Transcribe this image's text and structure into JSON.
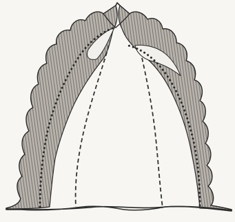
{
  "figure": {
    "colors": {
      "background": "#f2f0ec",
      "paper": "#f7f6f2",
      "outline": "#2a2a2a",
      "shading": "#b8b4ad",
      "hatch": "#6e6a64",
      "dots": "#2b2b2b",
      "dashes": "#333333"
    },
    "elements": [
      "serrated-outer-outline",
      "left-shaded-band",
      "right-shaded-band",
      "dotted-curve-left",
      "dotted-curve-right",
      "dashed-line-left",
      "dashed-line-right",
      "apex-notch"
    ]
  }
}
